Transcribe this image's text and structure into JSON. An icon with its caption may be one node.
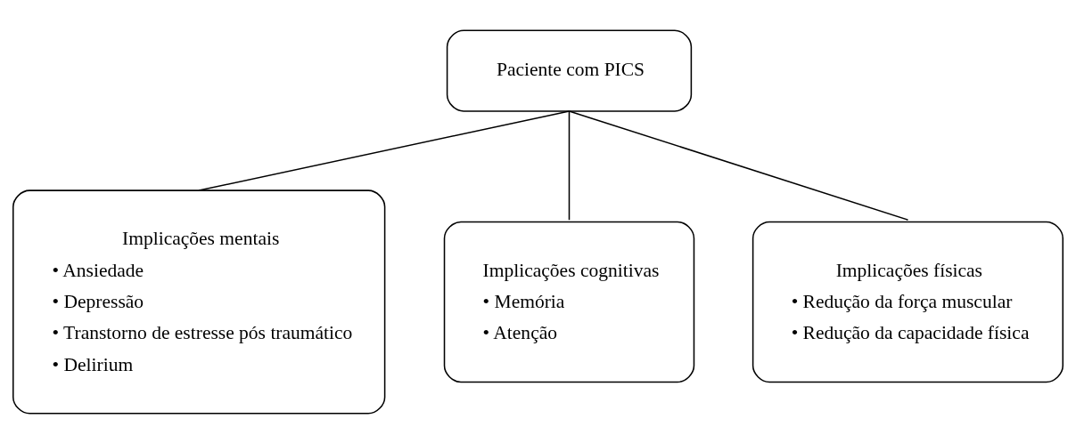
{
  "diagram": {
    "nodes": [
      {
        "text": [
          "Paciente com PICS"
        ]
      },
      {
        "text": [
          "Implicações mentais",
          "• Ansiedade",
          "• Depressão",
          "• Transtorno de estresse pós traumático",
          "• Delirium"
        ]
      },
      {
        "text": [
          "Implicações cognitivas",
          "• Memória",
          "• Atenção"
        ]
      },
      {
        "text": [
          "Implicações físicas",
          "• Redução da força muscular",
          "• Redução da capacidade física"
        ]
      }
    ],
    "edges": [
      {
        "from": 0,
        "to": 1,
        "arrow": "none"
      },
      {
        "from": 0,
        "to": 2,
        "arrow": "none"
      },
      {
        "from": 0,
        "to": 3,
        "arrow": "none"
      }
    ]
  }
}
